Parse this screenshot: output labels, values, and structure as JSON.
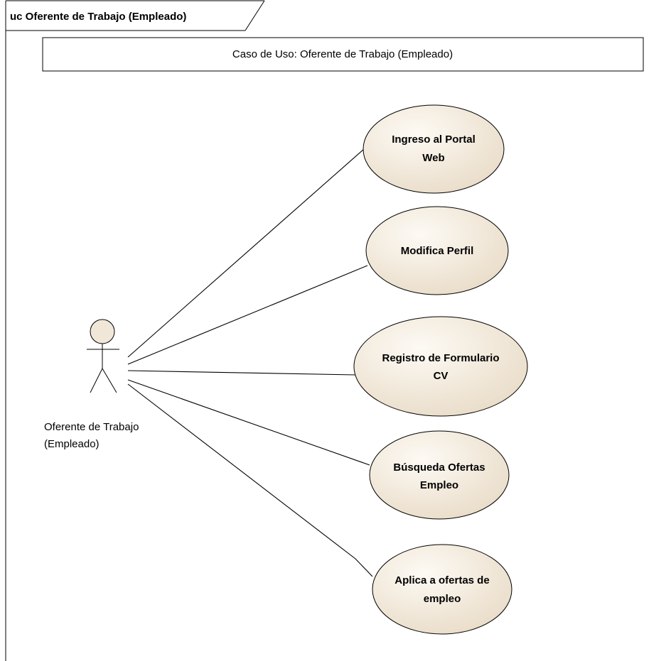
{
  "frame": {
    "title": "uc Oferente de Trabajo (Empleado)"
  },
  "note": {
    "text": "Caso de Uso: Oferente de Trabajo (Empleado)"
  },
  "actor": {
    "line1": "Oferente de Trabajo",
    "line2": "(Empleado)"
  },
  "use_cases": [
    {
      "line1": "Ingreso al Portal",
      "line2": "Web"
    },
    {
      "line1": "Modifica Perfil",
      "line2": ""
    },
    {
      "line1": "Registro de Formulario",
      "line2": "CV"
    },
    {
      "line1": "Búsqueda Ofertas",
      "line2": "Empleo"
    },
    {
      "line1": "Aplica a ofertas de",
      "line2": "empleo"
    }
  ],
  "colors": {
    "use_case_fill_light": "#fdfaf4",
    "use_case_fill_dark": "#e9dcc8",
    "actor_head_fill": "#f1e7d8",
    "stroke": "#000000"
  }
}
